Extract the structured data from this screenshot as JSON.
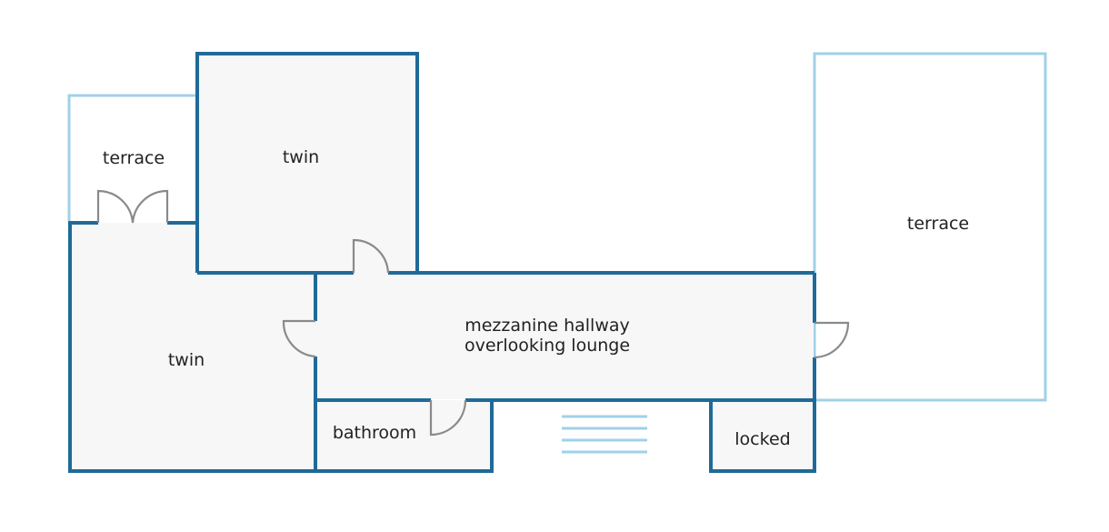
{
  "colors": {
    "wall": "#1f6a98",
    "outdoor_wall": "#9fd1e8",
    "room_fill": "#f7f7f7",
    "door": "#8a8a8a",
    "stairs": "#9fd1e8",
    "text": "#222222"
  },
  "rooms": {
    "terrace_small": "terrace",
    "twin_top": "twin",
    "twin_left": "twin",
    "hallway_line1": "mezzanine hallway",
    "hallway_line2": "overlooking lounge",
    "bathroom": "bathroom",
    "locked": "locked",
    "terrace_large": "terrace"
  }
}
